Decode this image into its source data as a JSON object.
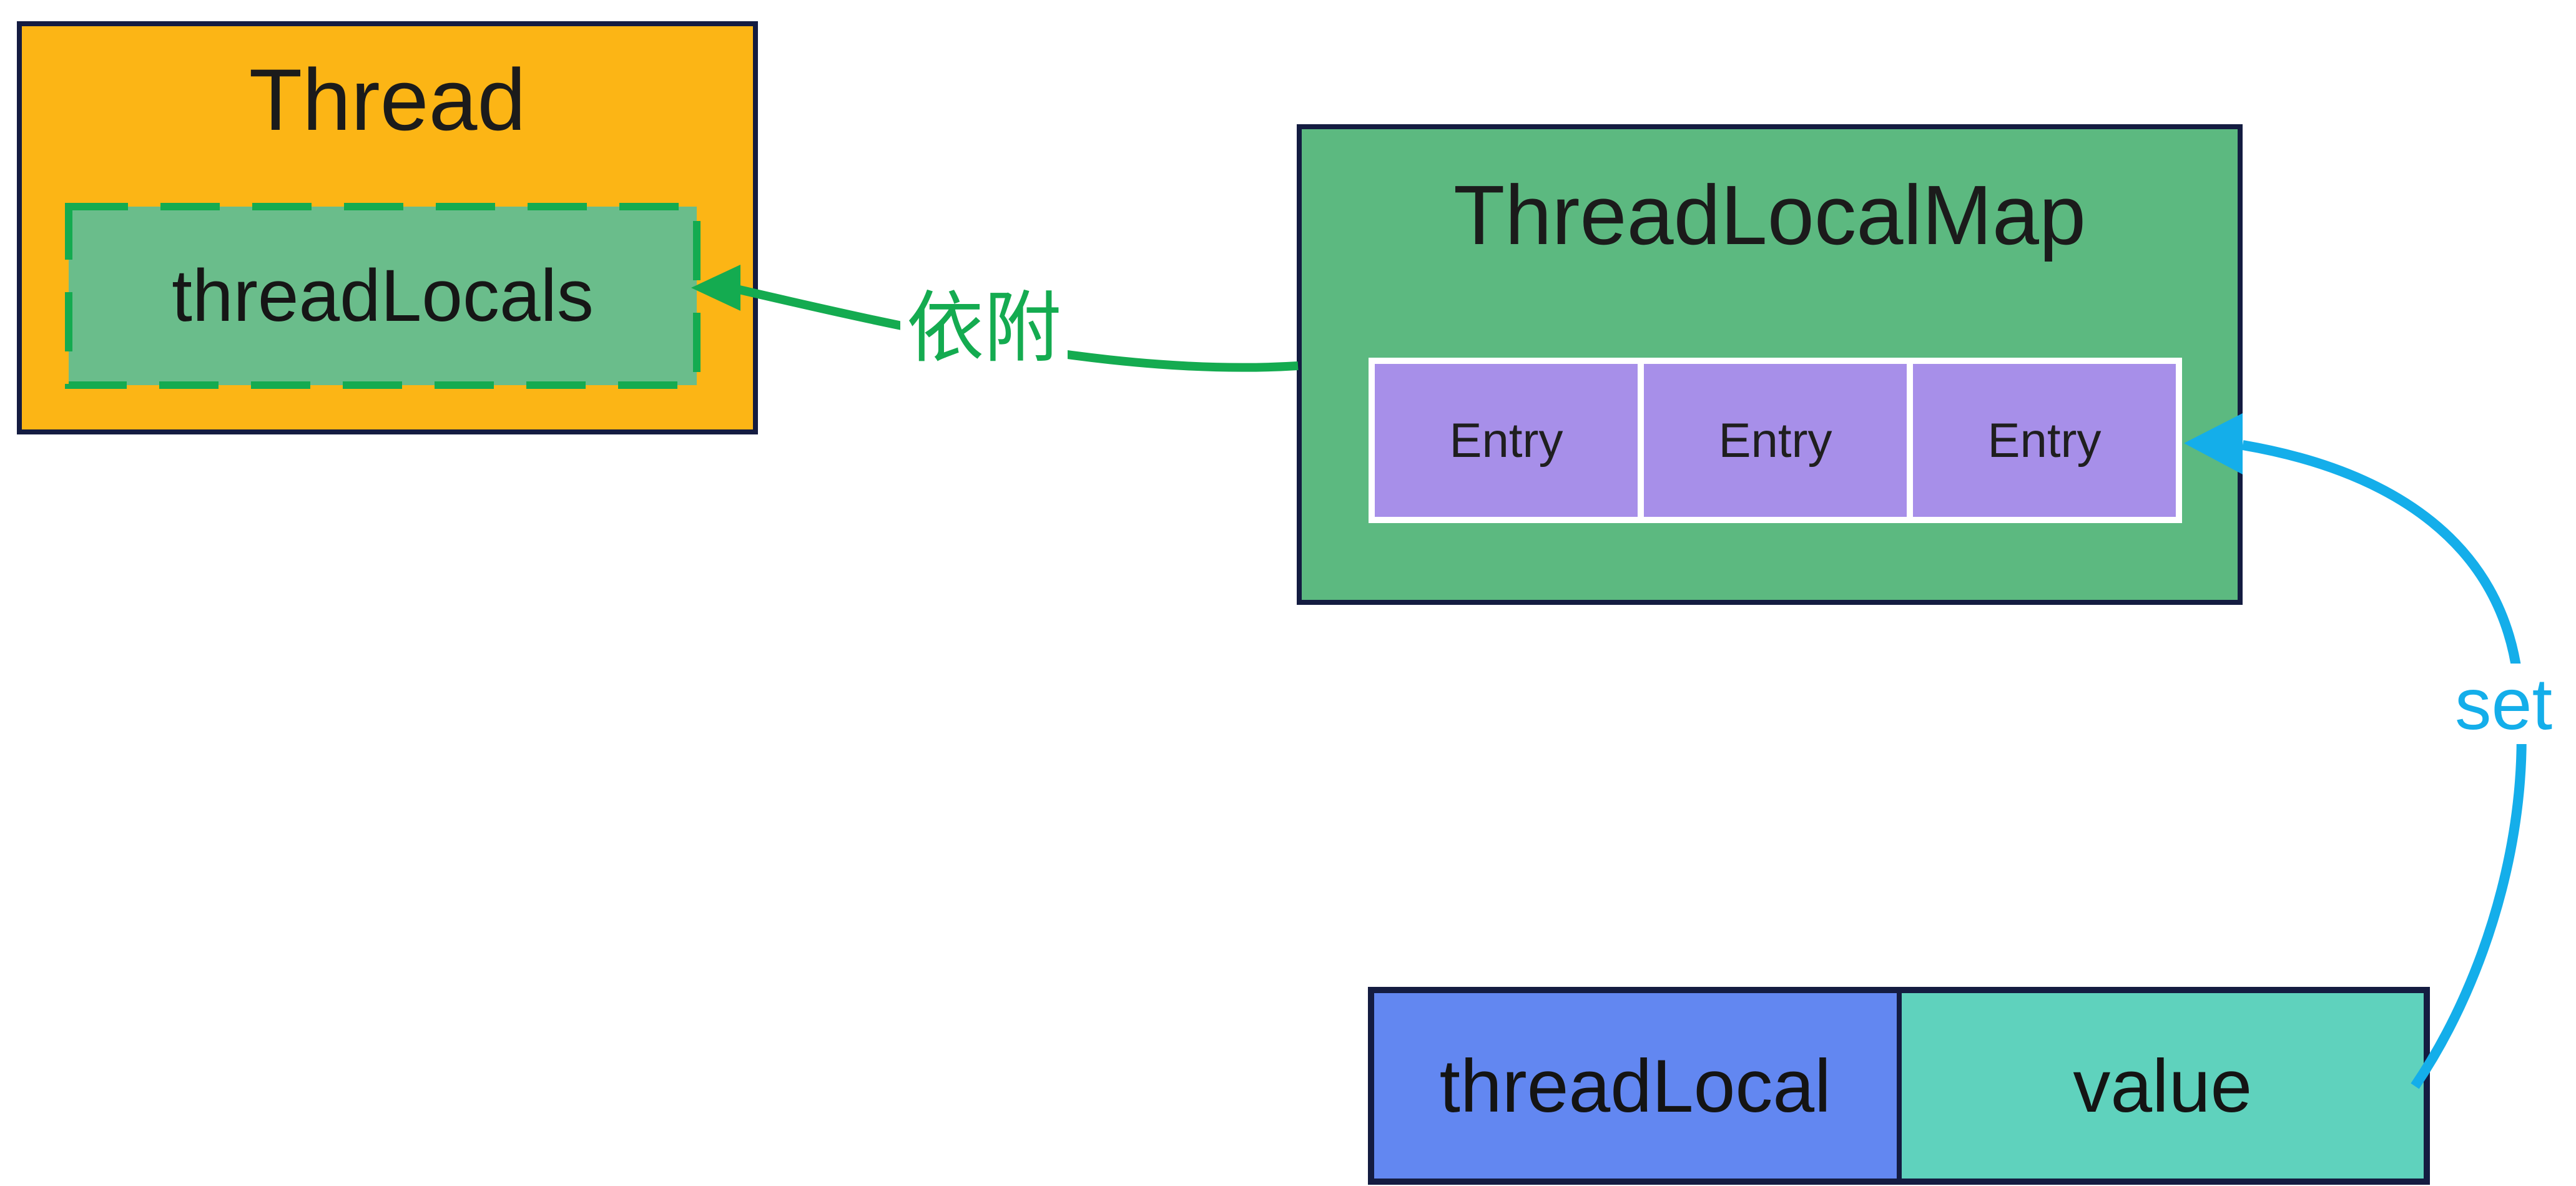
{
  "thread_box": {
    "title": "Thread",
    "field_label": "threadLocals"
  },
  "map_box": {
    "title": "ThreadLocalMap",
    "entries": [
      "Entry",
      "Entry",
      "Entry"
    ]
  },
  "pair_box": {
    "key_label": "threadLocal",
    "value_label": "value"
  },
  "arrows": {
    "attach_label": "依附",
    "set_label": "set"
  },
  "colors": {
    "background": "#ffffff",
    "outline_navy": "#141c41",
    "thread_fill": "#fcb515",
    "map_fill": "#5cb980",
    "field_fill": "#6abd8b",
    "accent_green": "#14ab50",
    "entry_fill": "#a78fe9",
    "key_fill": "#6287f1",
    "value_fill": "#5fd2bd",
    "accent_cyan": "#14aeea",
    "text": "#1b1b1b"
  }
}
